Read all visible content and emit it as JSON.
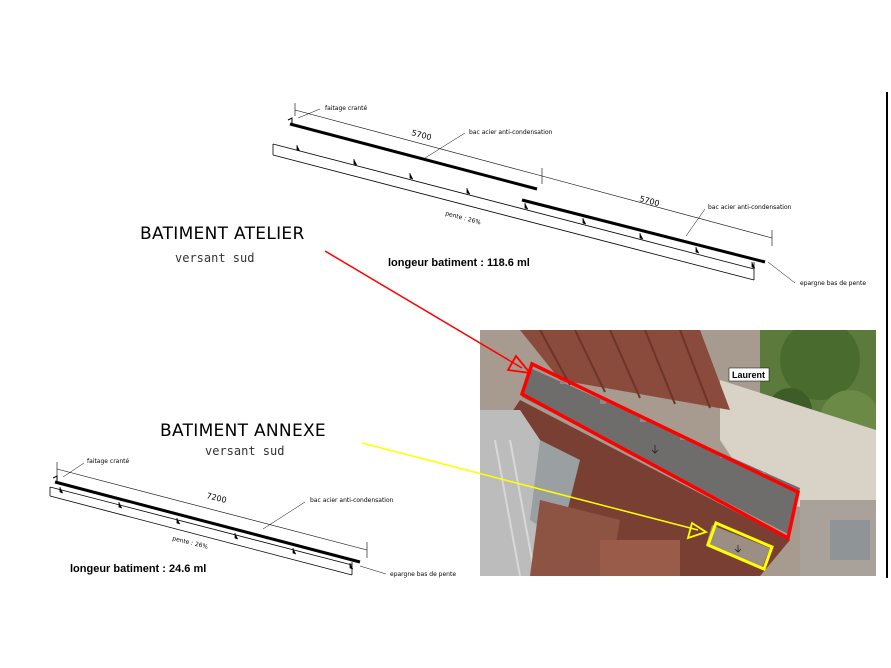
{
  "atelier": {
    "title": "BATIMENT ATELIER",
    "subtitle": "versant sud",
    "length": "longeur batiment : 118.6 ml",
    "labels": {
      "faitage": "faitage cranté",
      "dim1": "5700",
      "dim2": "5700",
      "bac1": "bac acier anti-condensation",
      "bac2": "bac acier anti-condensation",
      "pente": "pente : 26%",
      "epargne": "epargne bas de pente"
    }
  },
  "annexe": {
    "title": "BATIMENT ANNEXE",
    "subtitle": "versant sud",
    "length": "longeur batiment : 24.6 ml",
    "labels": {
      "faitage": "faitage cranté",
      "dim": "7200",
      "bac": "bac acier anti-condensation",
      "pente": "pente : 26%",
      "epargne": "epargne bas de pente"
    }
  },
  "aerial": {
    "label": "Laurent"
  },
  "colors": {
    "atelier_highlight": "#ff0000",
    "annexe_highlight": "#ffff00",
    "roof_grey": "#6f6d6c",
    "rust": "#8a4a3c"
  }
}
